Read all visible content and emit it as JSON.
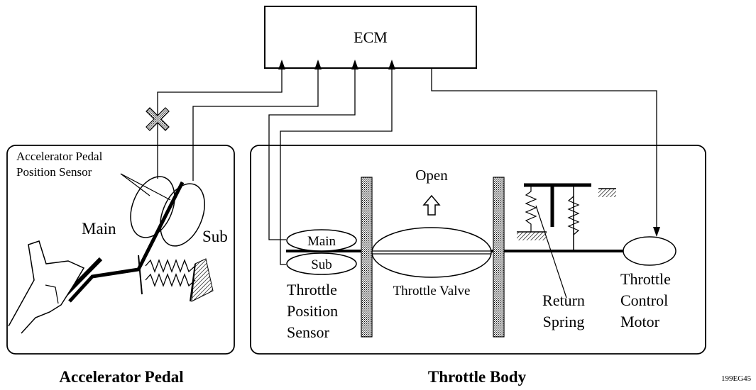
{
  "ecm": {
    "label": "ECM"
  },
  "pedal_box": {
    "sensor_label_line1": "Accelerator Pedal",
    "sensor_label_line2": "Position Sensor",
    "main": "Main",
    "sub": "Sub",
    "caption": "Accelerator Pedal"
  },
  "throttle_box": {
    "open": "Open",
    "tps_main": "Main",
    "tps_sub": "Sub",
    "tps_line1": "Throttle",
    "tps_line2": "Position",
    "tps_line3": "Sensor",
    "valve": "Throttle Valve",
    "spring_line1": "Return",
    "spring_line2": "Spring",
    "motor_line1": "Throttle",
    "motor_line2": "Control",
    "motor_line3": "Motor",
    "caption": "Throttle Body"
  },
  "figure_code": "199EG45"
}
